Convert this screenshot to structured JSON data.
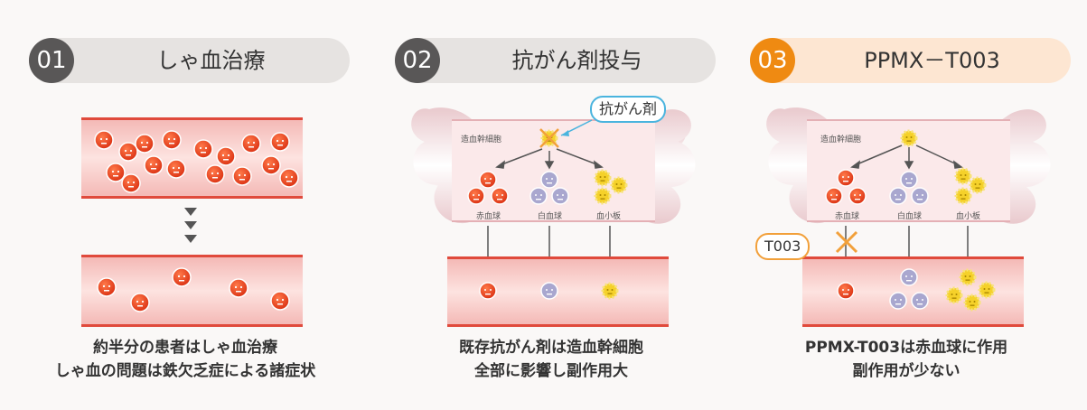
{
  "panels": [
    {
      "number": "01",
      "title": "しゃ血治療",
      "caption": [
        "約半分の患者はしゃ血治療",
        "しゃ血の問題は鉄欠乏症による諸症状"
      ]
    },
    {
      "number": "02",
      "title": "抗がん剤投与",
      "callout": "抗がん剤",
      "stem_label": "造血幹細胞",
      "cell_labels": [
        "赤血球",
        "白血球",
        "血小板"
      ],
      "caption": [
        "既存抗がん剤は造血幹細胞",
        "全部に影響し副作用大"
      ]
    },
    {
      "number": "03",
      "title": "PPMX－T003",
      "callout": "T003",
      "stem_label": "造血幹細胞",
      "cell_labels": [
        "赤血球",
        "白血球",
        "血小板"
      ],
      "caption": [
        "PPMX-T003は赤血球に作用",
        "副作用が少ない"
      ]
    }
  ],
  "colors": {
    "red_cell": "#e8401c",
    "white_cell": "#a9a7cf",
    "platelet": "#f5d12a",
    "accent": "#ef8a12",
    "callout_blue": "#4ab4de",
    "callout_orange": "#f2a03a"
  }
}
